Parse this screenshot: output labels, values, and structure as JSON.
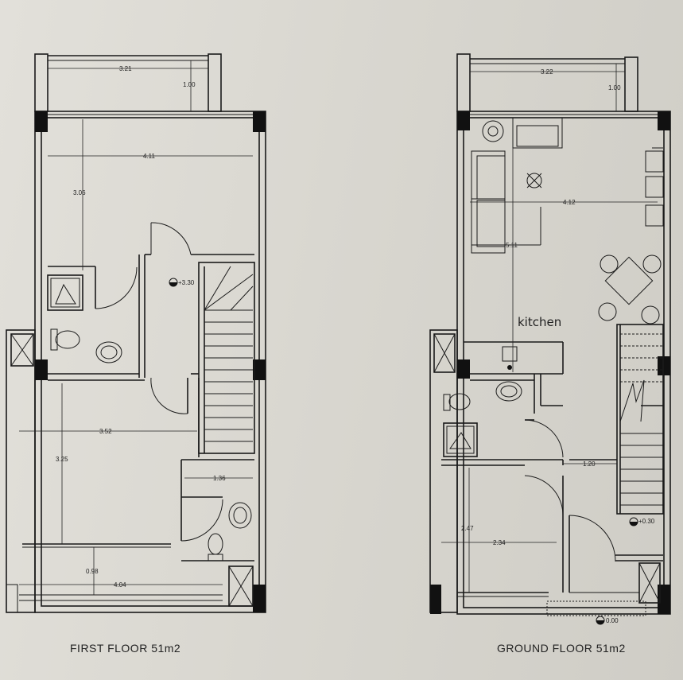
{
  "first_floor": {
    "title": "FIRST FLOOR 51m2",
    "dims": {
      "balcony_width": "3.21",
      "balcony_depth": "1.00",
      "room_width": "4.11",
      "room_depth": "3.06",
      "level": "+3.30",
      "room2_width": "3.52",
      "room2_depth": "3.25",
      "bath_width": "1.36",
      "terrace_depth": "0.98",
      "terrace_width": "4.04"
    }
  },
  "ground_floor": {
    "title": "GROUND FLOOR 51m2",
    "room_label": "kitchen",
    "dims": {
      "balcony_width": "3.22",
      "balcony_depth": "1.00",
      "living_width": "4.12",
      "living_depth": "5.11",
      "hall_width": "1.20",
      "room_depth": "2.47",
      "room_width": "2.34",
      "level_stair": "+0.30",
      "level_entry": "0.00"
    }
  }
}
